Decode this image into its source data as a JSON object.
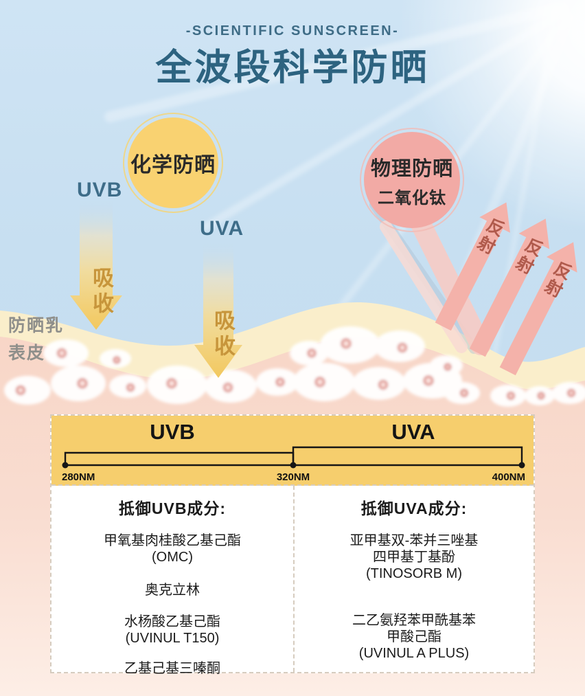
{
  "header": {
    "subtitle": "-SCIENTIFIC SUNSCREEN-",
    "title": "全波段科学防晒"
  },
  "diagram": {
    "uvb_label": "UVB",
    "uva_label": "UVA",
    "chemical_label": "化学防晒",
    "physical_label": "物理防晒",
    "physical_sublabel": "二氧化钛",
    "absorb_label": "吸收",
    "reflect_label": "反射",
    "sunscreen_layer_label": "防晒乳",
    "epidermis_label": "表皮"
  },
  "spectrum": {
    "uvb_title": "UVB",
    "uva_title": "UVA",
    "ticks": [
      "280NM",
      "320NM",
      "400NM"
    ]
  },
  "ingredients": {
    "uvb_heading": "抵御UVB成分:",
    "uvb_items": [
      [
        "甲氧基肉桂酸乙基己酯",
        "(OMC)"
      ],
      [
        "奥克立林"
      ],
      [
        "水杨酸乙基己酯",
        "(UVINUL T150)"
      ],
      [
        "乙基己基三嗪酮"
      ]
    ],
    "uva_heading": "抵御UVA成分:",
    "uva_items": [
      [
        "亚甲基双-苯并三唑基",
        "四甲基丁基酚",
        "(TINOSORB M)"
      ],
      [
        "二乙氨羟苯甲酰基苯",
        "甲酸己酯",
        "(UVINUL A PLUS)"
      ]
    ]
  },
  "colors": {
    "sky": "#c7dff1",
    "title_text": "#2d6380",
    "chemical_circle": "#f9d271",
    "physical_circle": "#f2aaa5",
    "absorb_arrow": "#f2c85e",
    "reflect_arrow": "#f4b2aa",
    "absorb_text": "#c7953b",
    "reflect_text": "#b05a4c",
    "sunscreen_layer": "#faeecb",
    "epidermis_layer": "#f8d6c7",
    "panel_header": "#f6ce6d",
    "panel_border_dash": "#d6ccbf"
  }
}
